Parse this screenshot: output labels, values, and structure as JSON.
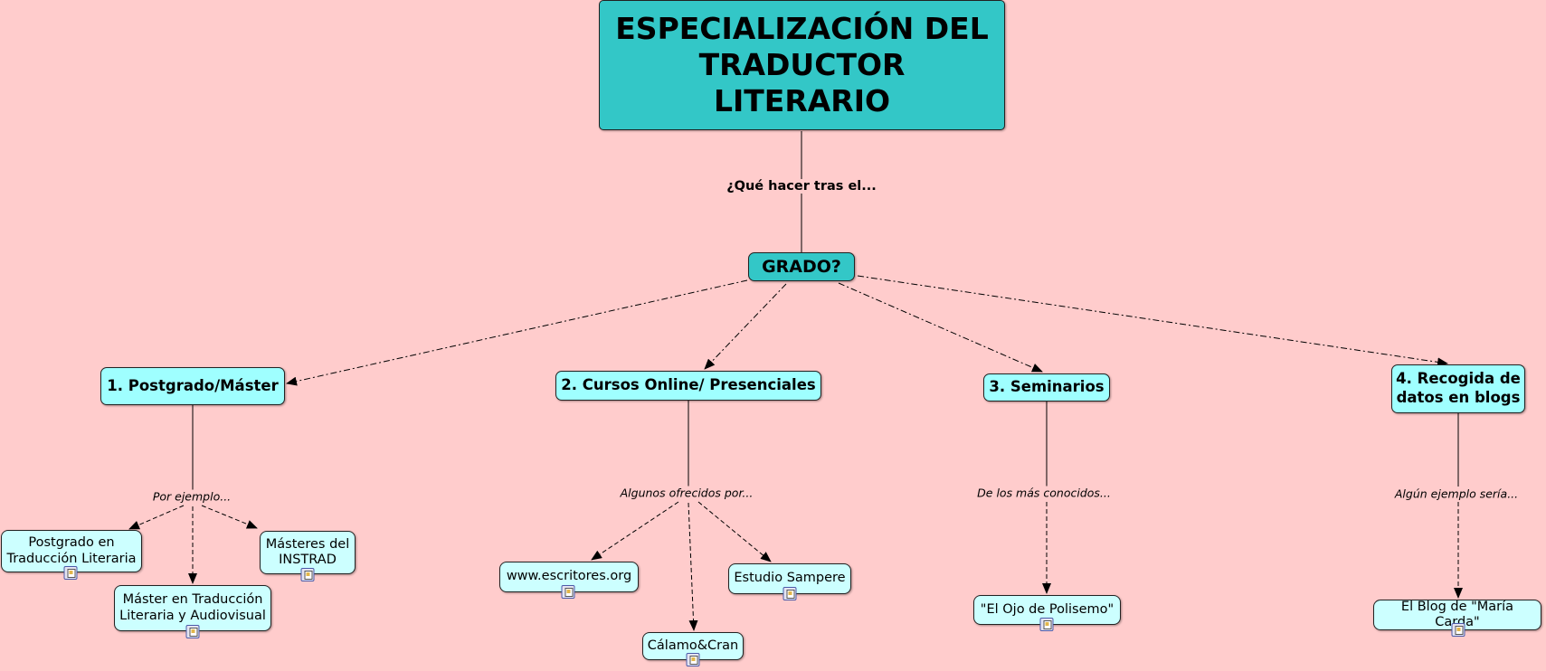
{
  "concept_map": {
    "root": {
      "title": "ESPECIALIZACIÓN DEL TRADUCTOR LITERARIO"
    },
    "root_link": "¿Qué hacer tras el...",
    "grado": {
      "label": "GRADO?"
    },
    "categories": [
      {
        "label": "1. Postgrado/Máster",
        "link": "Por ejemplo...",
        "items": [
          "Postgrado en Traducción Literaria",
          "Máster en Traducción Literaria y Audiovisual",
          "Másteres del INSTRAD"
        ]
      },
      {
        "label": "2. Cursos Online/ Presenciales",
        "link": "Algunos ofrecidos por...",
        "items": [
          "www.escritores.org",
          "Cálamo&Cran",
          "Estudio Sampere"
        ]
      },
      {
        "label": "3. Seminarios",
        "link": "De los más conocidos...",
        "items": [
          "\"El Ojo de Polisemo\""
        ]
      },
      {
        "label": "4. Recogida de datos en blogs",
        "link": "Algún ejemplo sería...",
        "items": [
          "El Blog de \"María Carda\""
        ]
      }
    ],
    "resource_icon": "document-resource-icon",
    "colors": {
      "background": "#FFCCCC",
      "root_fill": "#33C7C7",
      "category_fill": "#9FFFFF",
      "leaf_fill": "#CCFFFF"
    }
  }
}
